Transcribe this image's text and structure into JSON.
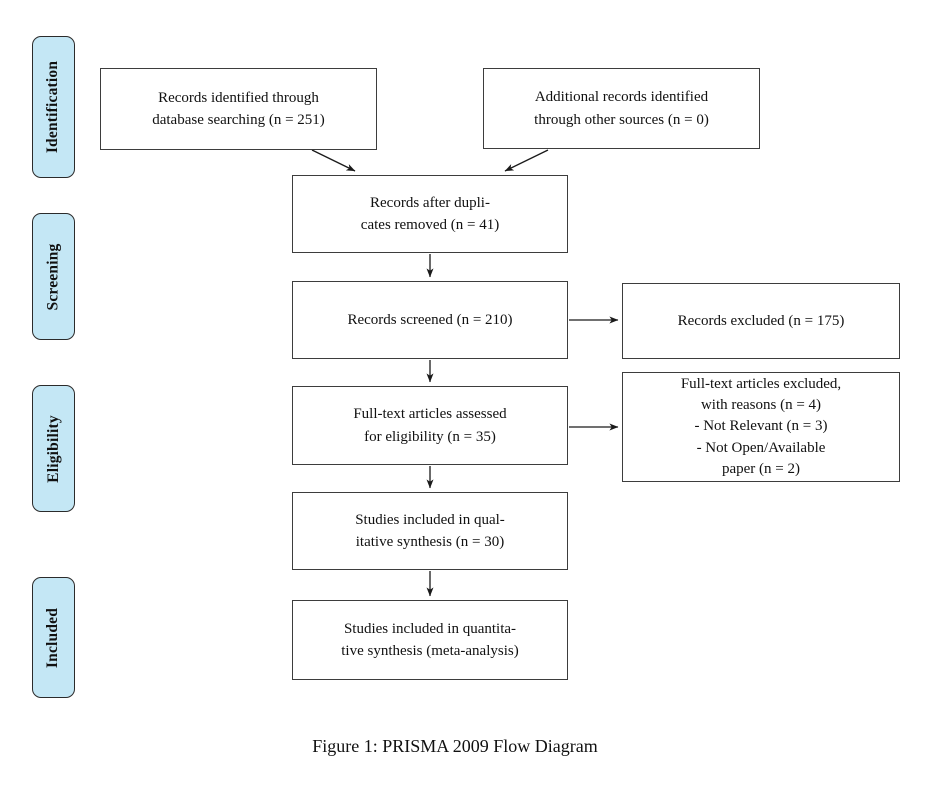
{
  "colors": {
    "stage_fill": "#c4e7f5",
    "box_border": "#3d3d3d",
    "arrow": "#1a1a1a"
  },
  "stages": [
    {
      "label": "Identification"
    },
    {
      "label": "Screening"
    },
    {
      "label": "Eligibility"
    },
    {
      "label": "Included"
    }
  ],
  "boxes": {
    "records_identified": {
      "lines": [
        "Records identified through",
        "database searching (n = 251)"
      ]
    },
    "additional_records": {
      "lines": [
        "Additional records identified",
        "through other sources (n = 0)"
      ]
    },
    "after_duplicates": {
      "lines": [
        "Records after dupli-",
        "cates removed (n = 41)"
      ]
    },
    "records_screened": {
      "lines": [
        "Records screened (n = 210)"
      ]
    },
    "records_excluded": {
      "lines": [
        "Records excluded (n = 175)"
      ]
    },
    "fulltext_assessed": {
      "lines": [
        "Full-text articles assessed",
        "for eligibility (n = 35)"
      ]
    },
    "fulltext_excluded": {
      "lines": [
        "Full-text articles excluded,",
        "with reasons (n = 4)",
        "- Not Relevant (n = 3)",
        "- Not Open/Available",
        "paper (n = 2)"
      ]
    },
    "qualitative_synthesis": {
      "lines": [
        "Studies included in qual-",
        "itative synthesis (n = 30)"
      ]
    },
    "quantitative_synthesis": {
      "lines": [
        "Studies included in quantita-",
        "tive synthesis (meta-analysis)"
      ]
    }
  },
  "caption": "Figure 1: PRISMA 2009 Flow Diagram"
}
